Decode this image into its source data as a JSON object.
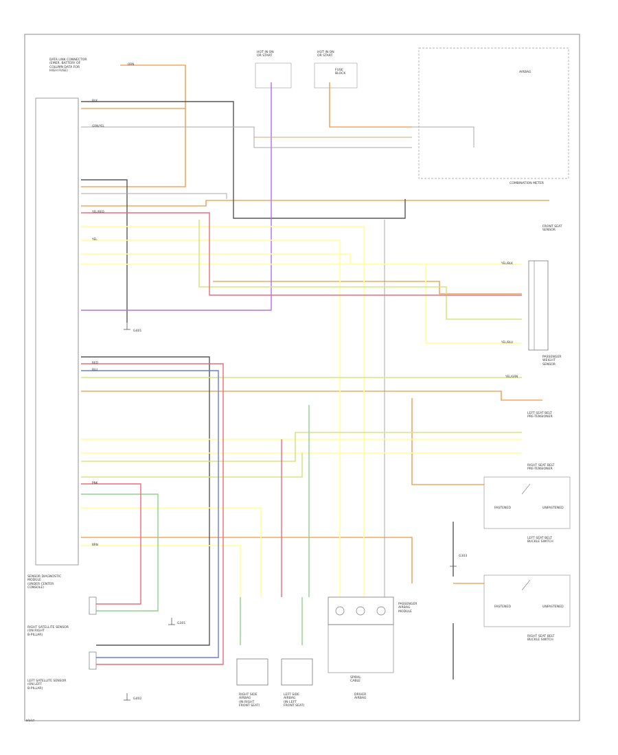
{
  "labels": {
    "dlc": "DATA LINK CONNECTOR\n(EMER. BATTERY OF\nCOLUMN DATA FOR\nHIGH FUSE)",
    "hot_fuse_left": "HOT IN ON\nOR START",
    "hot_fuse_right": "HOT IN ON\nOR START",
    "fuse_block": "FUSE\nBLOCK",
    "combination_meter": "COMBINATION METER",
    "airbag_warn": "AIRBAG",
    "front_seat_sensor": "FRONT SEAT\nSENSOR",
    "passenger_weight": "PASSENGER\nWEIGHT\nSENSOR",
    "left_seat_belt": "LEFT SEAT BELT\nPRE-TENSIONER",
    "right_seat_belt": "RIGHT SEAT BELT\nPRE-TENSIONER",
    "left_buckle": "LEFT SEAT BELT\nBUCKLE SWITCH",
    "right_buckle": "RIGHT SEAT BELT\nBUCKLE SWITCH",
    "fastened_1": "FASTENED",
    "unfastened_1": "UNFASTENED",
    "fastened_2": "FASTENED",
    "unfastened_2": "UNFASTENED",
    "right_satellite": "RIGHT SATELLITE SENSOR\n(ON RIGHT\nB-PILLAR)",
    "left_satellite": "LEFT SATELLITE SENSOR\n(ON LEFT\nB-PILLAR)",
    "airbag_module": "SENSOR DIAGNOSTIC\nMODULE\n(UNDER CENTER\nCONSOLE)",
    "right_side_airbag": "RIGHT SIDE\nAIRBAG\n(IN RIGHT\nFRONT SEAT)",
    "left_side_airbag": "LEFT SIDE\nAIRBAG\n(IN LEFT\nFRONT SEAT)",
    "driver_airbag": "DRIVER\nAIRBAG",
    "passenger_airbag": "PASSENGER\nAIRBAG\nMODULE",
    "spiral_cable": "SPIRAL\nCABLE",
    "ground_1": "G401",
    "ground_2": "G301",
    "ground_3": "G402",
    "ground_4": "G303",
    "page_id": "9/1/17"
  },
  "wire_codes": {
    "orn": "ORN",
    "blk": "BLK",
    "grn": "GRN/YEL",
    "yel": "YEL",
    "yel_red": "YEL/RED",
    "yel_blk": "YEL/BLK",
    "yel_grn": "YEL/GRN",
    "yel_blu": "YEL/BLU",
    "blu": "BLU",
    "red": "RED",
    "pnk": "PNK",
    "brn": "BRN"
  },
  "colors": {
    "orange": "#f5a561",
    "yellow": "#ffff99",
    "yellow_green": "#d6e680",
    "green": "#8fd18c",
    "red": "#f06a78",
    "pink": "#f5a0b8",
    "blue": "#6a78f0",
    "violet": "#b070e8",
    "black": "#444444",
    "gray": "#9a9a9a",
    "tan": "#c8a878"
  }
}
